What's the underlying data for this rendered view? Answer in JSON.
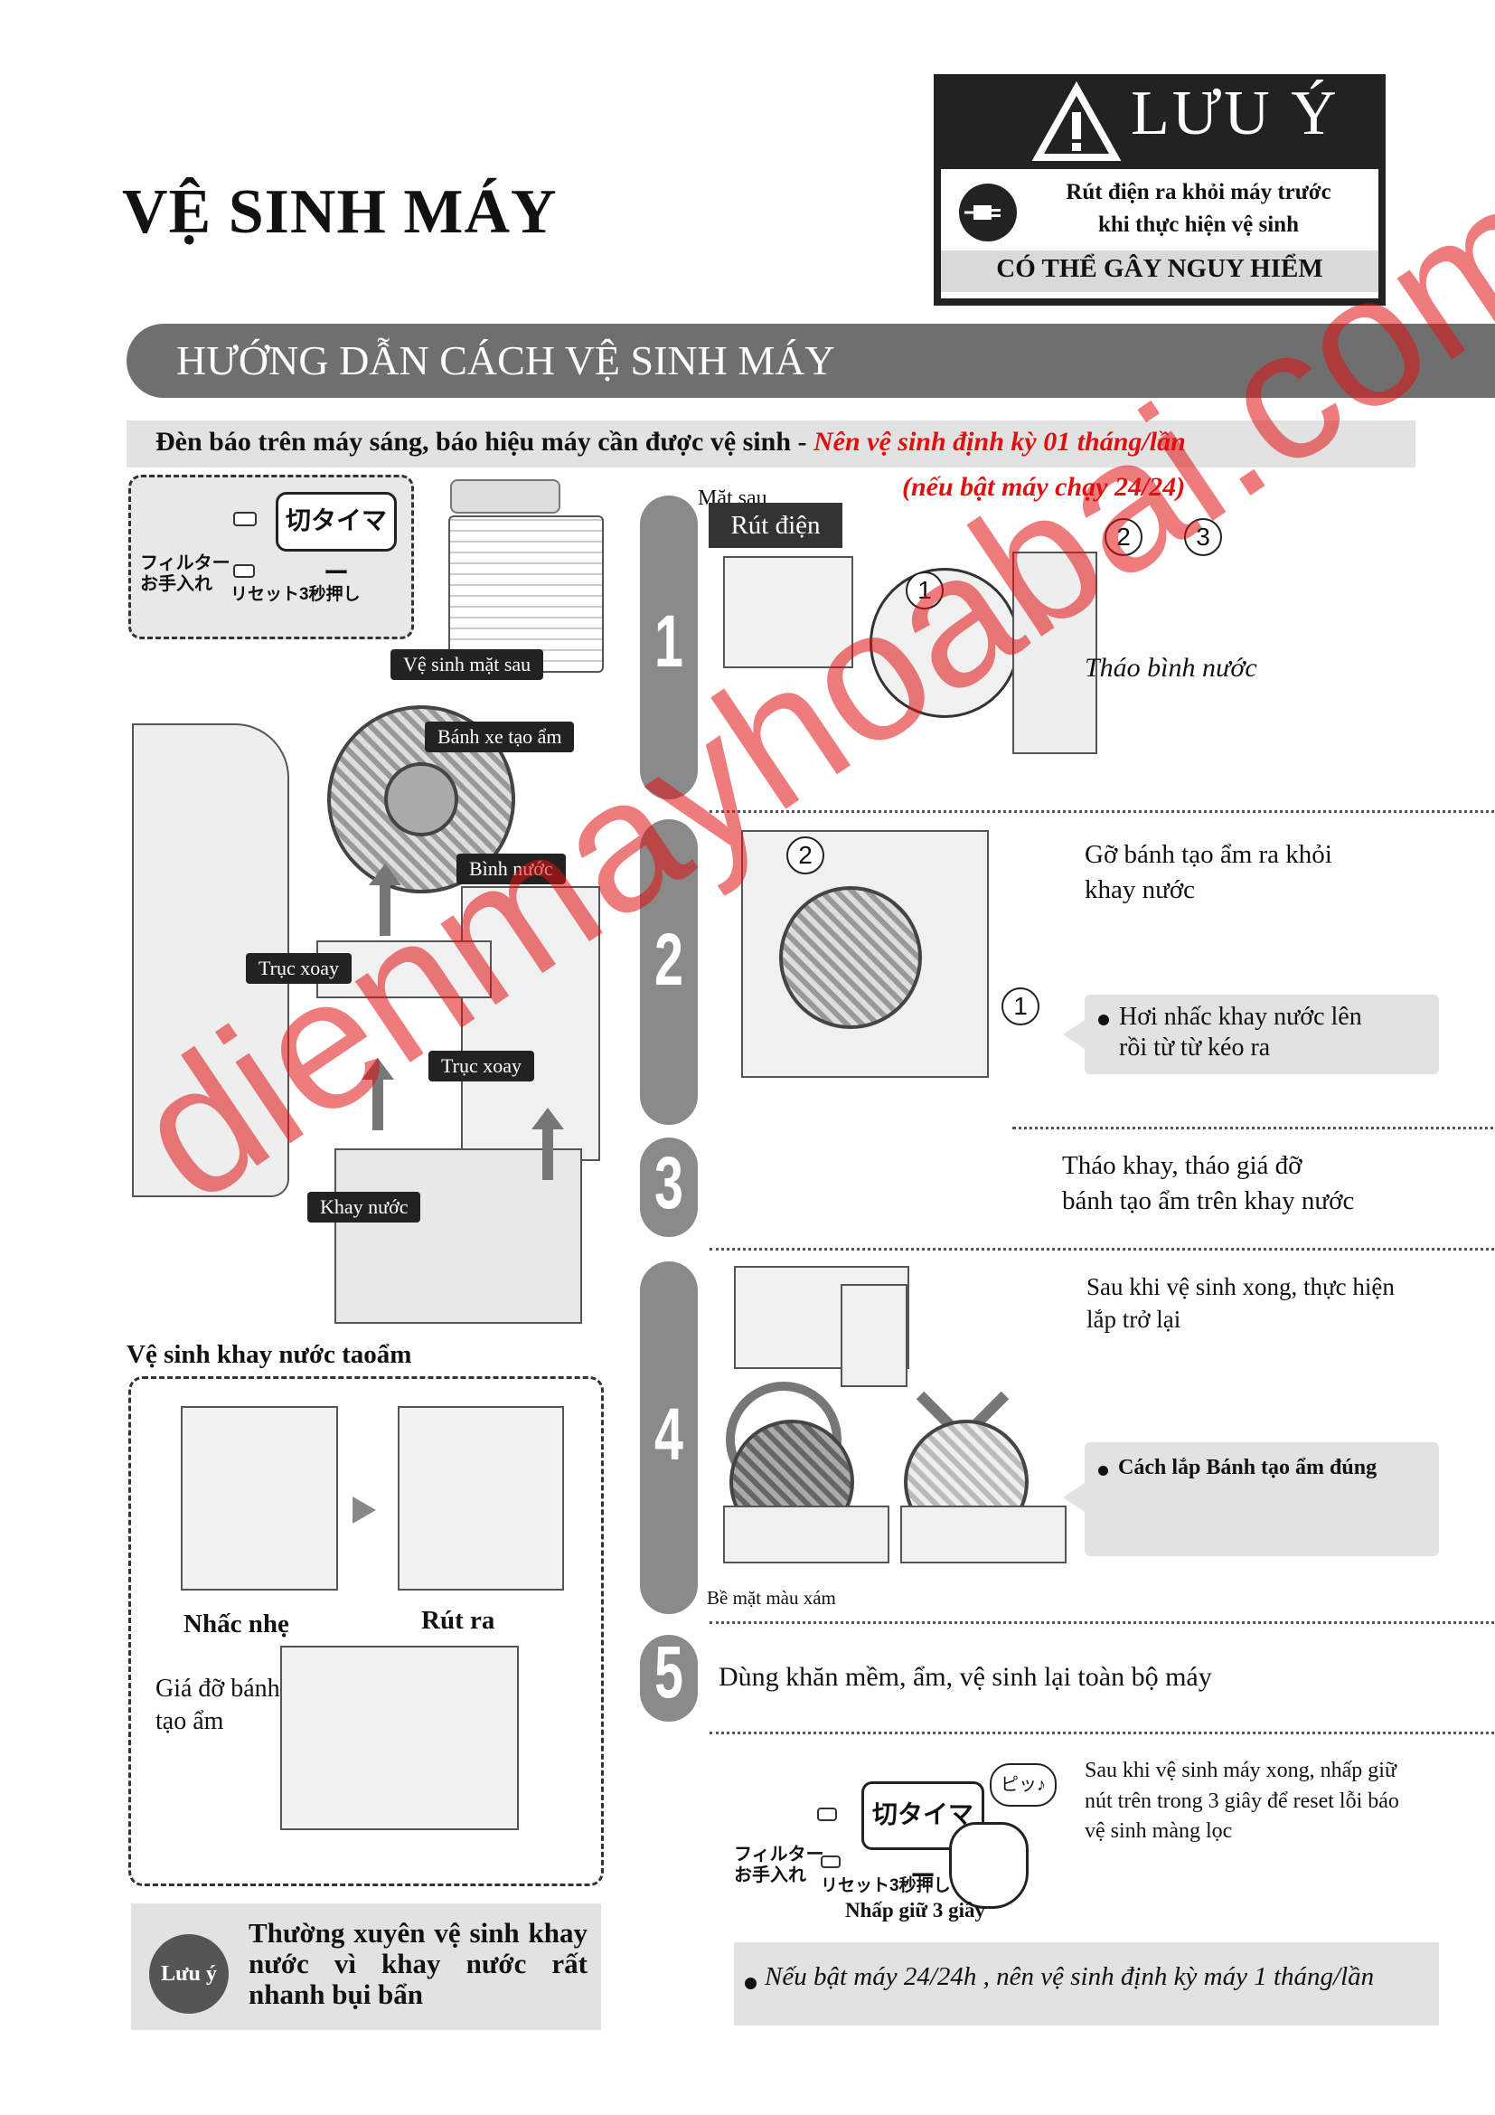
{
  "page_title": "VỆ SINH MÁY",
  "caution": {
    "header": "LƯU Ý",
    "message_line1": "Rút điện ra khỏi máy trước",
    "message_line2": "khi thực hiện vệ sinh",
    "footer": "CÓ THỂ GÂY NGUY HIỂM"
  },
  "section_banner": "HƯỚNG DẪN CÁCH VỆ SINH MÁY",
  "intro": {
    "text": "Đèn báo trên máy sáng, báo hiệu máy cần được vệ sinh - ",
    "highlight": "Nên vệ sinh định kỳ 01 tháng/lần",
    "highlight2": "(nếu bật máy chạy 24/24)"
  },
  "panel_indicator": {
    "timer_button": "切タイマー",
    "filter_label": "フィルター\nお手入れ",
    "reset_label": "リセット3秒押し"
  },
  "diagram_labels": {
    "rear_clean": "Vệ sinh mặt sau",
    "wheel": "Bánh xe tạo ẩm",
    "tank": "Bình nước",
    "axis1": "Trục xoay",
    "axis2": "Trục xoay",
    "tray": "Khay nước"
  },
  "tray_clean": {
    "title": "Vệ sinh khay nước taoẩm",
    "press": "Nhấc nhẹ",
    "pull": "Rút ra",
    "holder": "Giá đỡ bánh\ntạo ẩm"
  },
  "note_box": {
    "badge": "Lưu ý",
    "text": "Thường xuyên vệ sinh khay nước vì khay nước rất nhanh bụi bẩn"
  },
  "steps": [
    {
      "number": "1",
      "back_label": "Mặt sau",
      "unplug_label": "Rút điện",
      "caption": "Tháo bình nước",
      "c1": "1",
      "c2": "2",
      "c3": "3"
    },
    {
      "number": "2",
      "caption": "Gỡ bánh tạo ẩm ra khỏi\nkhay nước",
      "tip": "Hơi nhấc khay nước lên\nrồi từ từ kéo ra",
      "c1": "1",
      "c2": "2"
    },
    {
      "number": "3",
      "caption": "Tháo khay, tháo giá đỡ\nbánh tạo ẩm trên khay nước"
    },
    {
      "number": "4",
      "caption": "Sau khi vệ sinh xong, thực hiện\nlắp trở lại",
      "tip": "Cách lắp Bánh tạo ẩm đúng",
      "surface": "Bề mặt màu xám"
    },
    {
      "number": "5",
      "caption": "Dùng khăn mềm, ẩm, vệ sinh lại toàn bộ máy"
    }
  ],
  "reset": {
    "timer_button": "切タイマー",
    "beep": "ピッ♪",
    "filter_label": "フィルター\nお手入れ",
    "reset_label": "リセット3秒押し",
    "hold_label": "Nhấp giữ 3 giây",
    "instruction": "Sau khi vệ sinh máy xong, nhấp giữ\nnút trên trong 3 giây để reset lỗi báo\nvệ sinh màng lọc"
  },
  "footer_note": "Nếu bật máy 24/24h , nên vệ sinh định kỳ máy 1 tháng/lần",
  "watermark": "dienmayhoabai.com",
  "colors": {
    "accent_red": "#e01010",
    "banner_gray": "#6f6f6f",
    "step_gray": "#8a8a8a"
  }
}
